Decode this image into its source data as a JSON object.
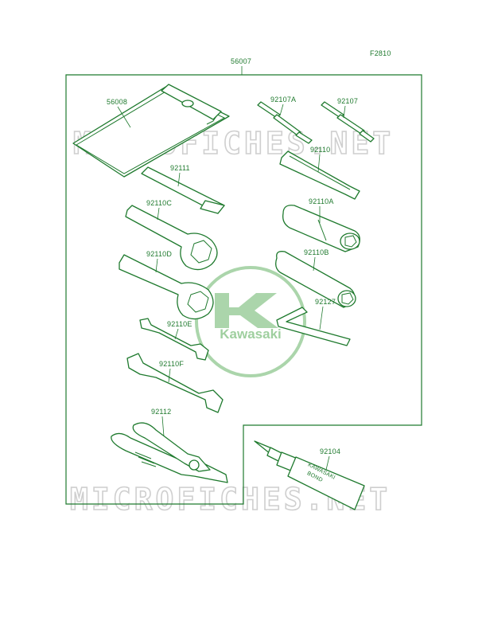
{
  "figure_code": "F2810",
  "parts": {
    "kit": "56007",
    "pouch": "56008",
    "screwdriver_a": "92107A",
    "screwdriver": "92107",
    "bar": "92111",
    "spanner": "92110",
    "wrench_c": "92110C",
    "box_a": "92110A",
    "wrench_d": "92110D",
    "box_b": "92110B",
    "hex": "92127",
    "wrench_e": "92110E",
    "wrench_f": "92110F",
    "pliers": "92112",
    "bond": "92104"
  },
  "tube_label": [
    "KAWASAKI",
    "BOND"
  ],
  "watermark": "MICROFICHES.NET",
  "logo": {
    "text": "Kawasaki",
    "color": "#7fbf7f"
  },
  "colors": {
    "line": "#1f7a2e",
    "watermark": "#cfcfcf"
  }
}
